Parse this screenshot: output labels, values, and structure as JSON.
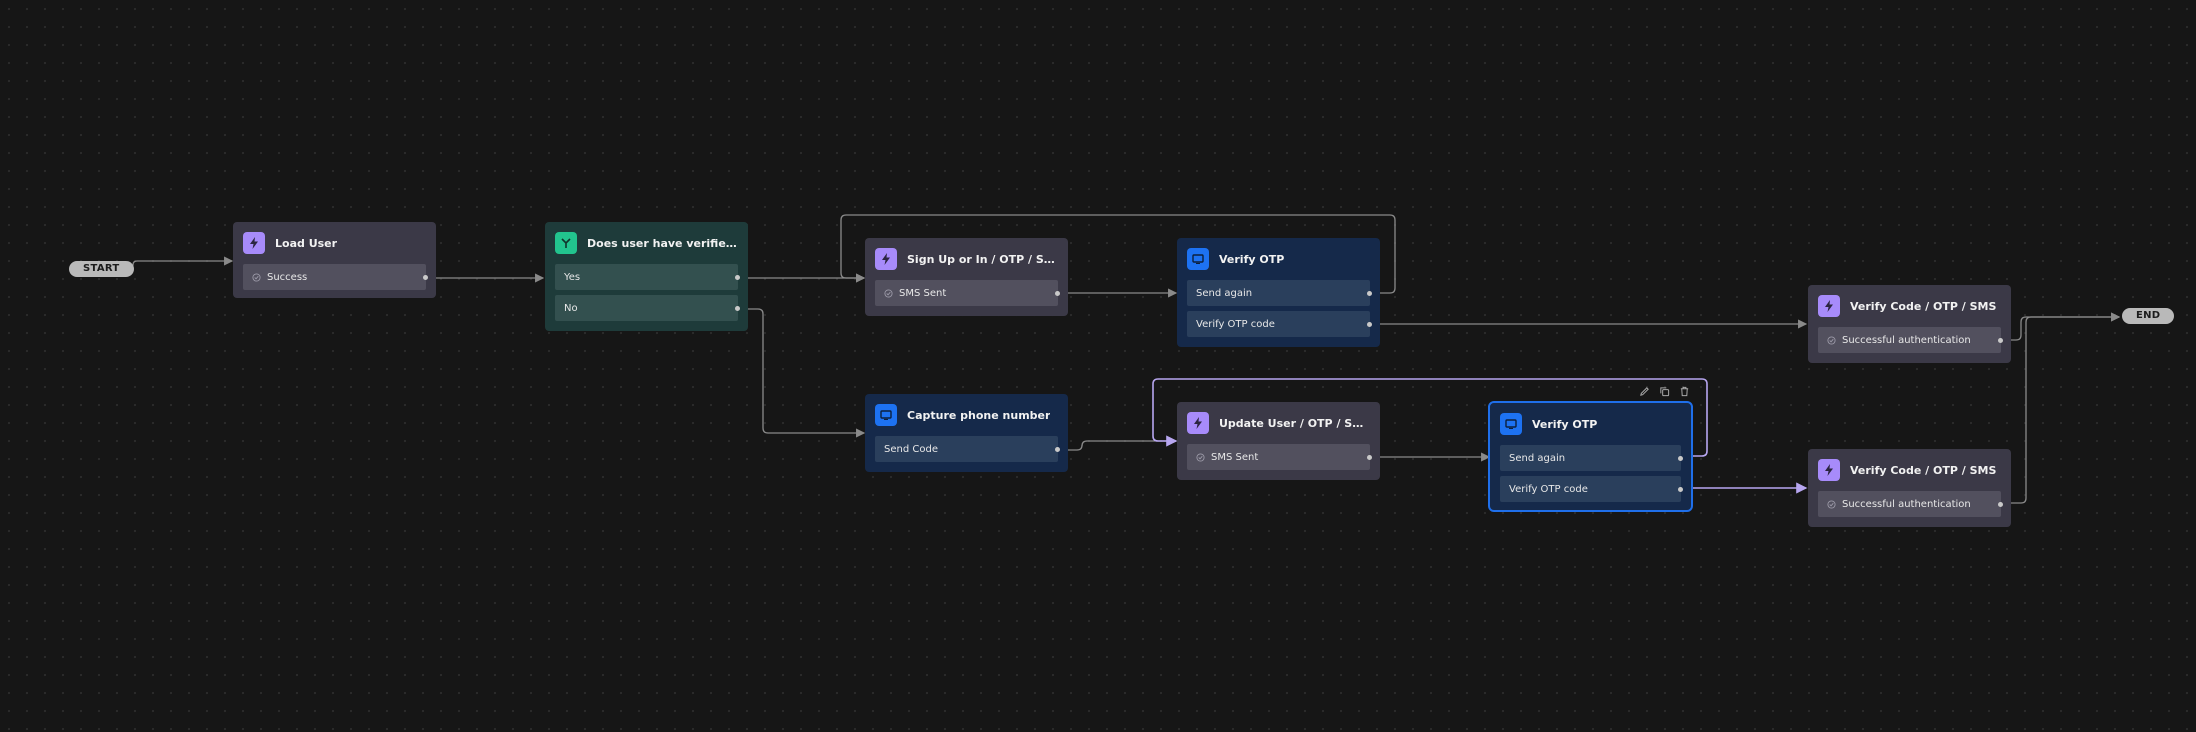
{
  "terminals": {
    "start": "START",
    "end": "END"
  },
  "colors": {
    "action": "#a78bfa",
    "condition": "#22c48e",
    "screen": "#1d72f2",
    "selected_edge": "#b7a6f0",
    "edge": "#8a8a8a"
  },
  "nodes": {
    "load_user": {
      "title": "Load User",
      "icon": "bolt-icon",
      "rows": [
        "Success"
      ]
    },
    "condition": {
      "title": "Does user have verified phone...",
      "icon": "branch-icon",
      "rows": [
        "Yes",
        "No"
      ]
    },
    "signup": {
      "title": "Sign Up or In / OTP / SMS",
      "icon": "bolt-icon",
      "rows": [
        "SMS Sent"
      ]
    },
    "verify_otp_1": {
      "title": "Verify OTP",
      "icon": "screen-icon",
      "rows": [
        "Send again",
        "Verify OTP code"
      ]
    },
    "capture_phone": {
      "title": "Capture phone number",
      "icon": "screen-icon",
      "rows": [
        "Send Code"
      ]
    },
    "update_user": {
      "title": "Update User / OTP / SMS",
      "icon": "bolt-icon",
      "rows": [
        "SMS Sent"
      ]
    },
    "verify_otp_2": {
      "title": "Verify OTP",
      "icon": "screen-icon",
      "rows": [
        "Send again",
        "Verify OTP code"
      ]
    },
    "verify_code_1": {
      "title": "Verify Code / OTP / SMS",
      "icon": "bolt-icon",
      "rows": [
        "Successful authentication"
      ]
    },
    "verify_code_2": {
      "title": "Verify Code / OTP / SMS",
      "icon": "bolt-icon",
      "rows": [
        "Successful authentication"
      ]
    }
  },
  "toolbar": {
    "edit": "pencil-icon",
    "duplicate": "copy-icon",
    "delete": "trash-icon"
  }
}
